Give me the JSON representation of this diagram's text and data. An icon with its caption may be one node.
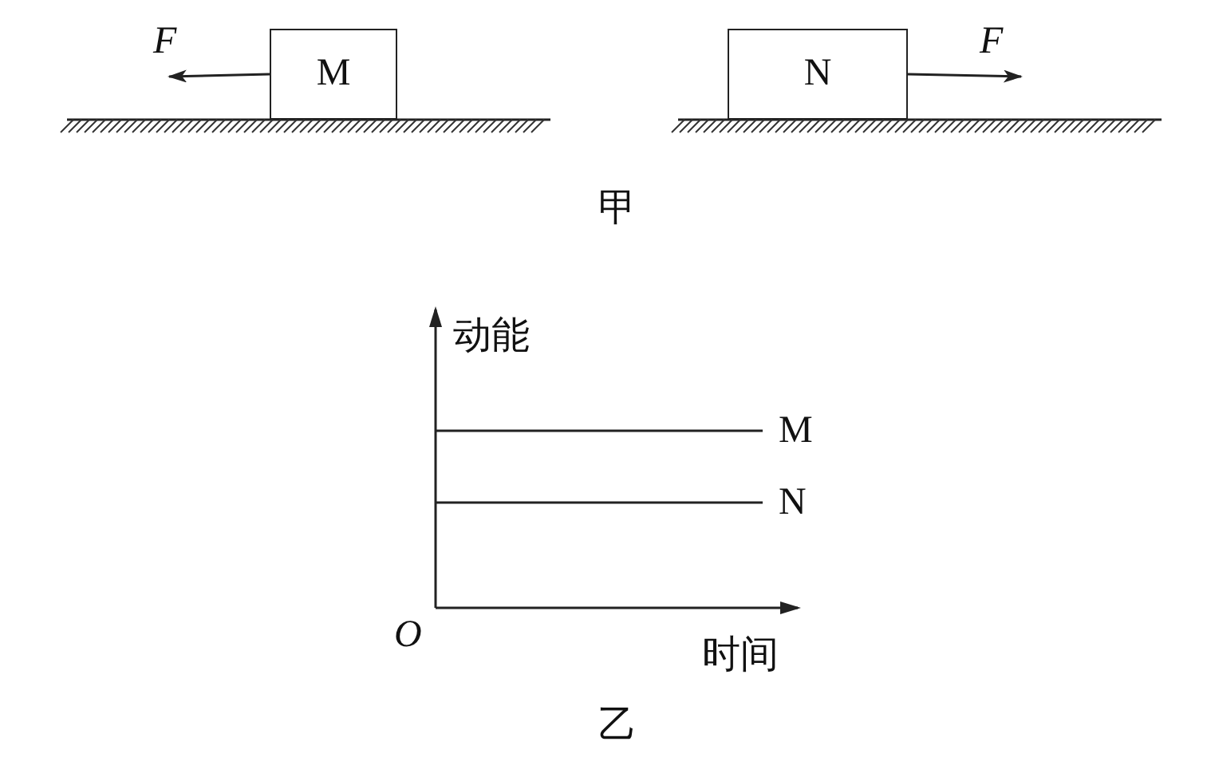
{
  "diagram": {
    "nodes": [
      {
        "text": [
          "M"
        ]
      },
      {
        "text": [
          "N"
        ]
      }
    ],
    "edges": [
      {
        "from": 0,
        "to": null,
        "arrow": "to",
        "label": "F"
      },
      {
        "from": 1,
        "to": null,
        "arrow": "to",
        "label": "F"
      }
    ],
    "labels": [
      "甲",
      "动能",
      "M",
      "N",
      "O",
      "时间",
      "乙"
    ]
  }
}
